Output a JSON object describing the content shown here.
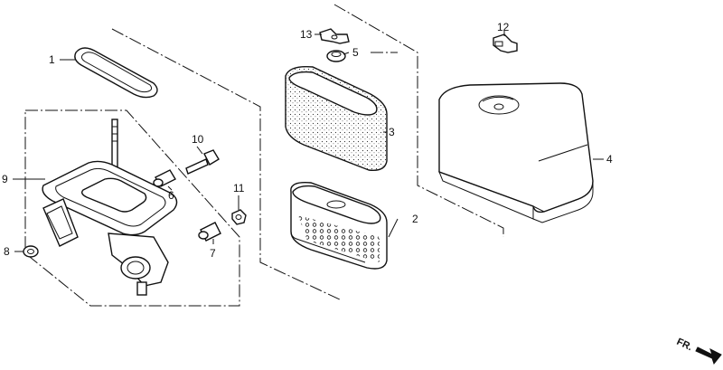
{
  "labels": {
    "p1": "1",
    "p2": "2",
    "p3": "3",
    "p4": "4",
    "p5": "5",
    "p6": "6",
    "p7": "7",
    "p8": "8",
    "p9": "9",
    "p10": "10",
    "p11": "11",
    "p12": "12",
    "p13": "13"
  },
  "direction": "FR."
}
